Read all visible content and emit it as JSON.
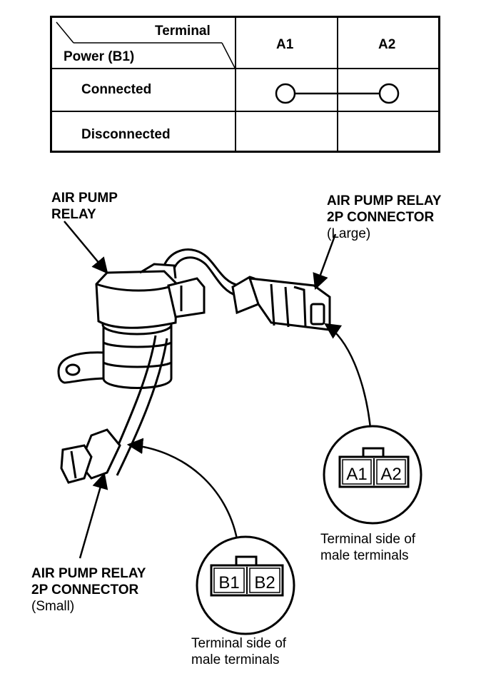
{
  "table": {
    "header_terminal": "Terminal",
    "header_power": "Power (B1)",
    "columns": [
      "A1",
      "A2"
    ],
    "rows": [
      {
        "label": "Connected",
        "continuity": true
      },
      {
        "label": "Disconnected",
        "continuity": false
      }
    ]
  },
  "labels": {
    "relay": {
      "line1": "AIR PUMP",
      "line2": "RELAY"
    },
    "large_connector": {
      "line1": "AIR PUMP RELAY",
      "line2": "2P CONNECTOR",
      "line3": "(Large)"
    },
    "small_connector": {
      "line1": "AIR PUMP RELAY",
      "line2": "2P CONNECTOR",
      "line3": "(Small)"
    }
  },
  "detail_large": {
    "terminals": [
      "A1",
      "A2"
    ],
    "caption_line1": "Terminal side of",
    "caption_line2": "male terminals"
  },
  "detail_small": {
    "terminals": [
      "B1",
      "B2"
    ],
    "caption_line1": "Terminal side of",
    "caption_line2": "male terminals"
  }
}
